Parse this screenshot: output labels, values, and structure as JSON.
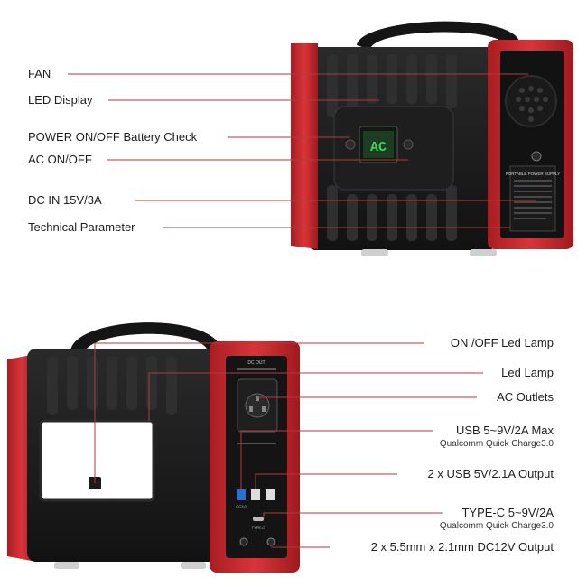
{
  "top_callouts": [
    {
      "label": "FAN"
    },
    {
      "label": "LED Display"
    },
    {
      "label": "POWER ON/OFF Battery Check"
    },
    {
      "label": "AC ON/OFF"
    },
    {
      "label": "DC IN 15V/3A"
    },
    {
      "label": "Technical Parameter"
    }
  ],
  "bottom_callouts": [
    {
      "label": "ON /OFF Led Lamp"
    },
    {
      "label": "Led Lamp"
    },
    {
      "label": "AC Outlets"
    },
    {
      "label": "USB 5~9V/2A Max",
      "sub": "Qualcomm Quick Charge3.0"
    },
    {
      "label": "2 x USB 5V/2.1A Output"
    },
    {
      "label": "TYPE-C 5~9V/2A",
      "sub": "Qualcomm Quick Charge3.0"
    },
    {
      "label": "2 x 5.5mm x 2.1mm DC12V Output"
    }
  ],
  "device_text": {
    "led_readout": "AC",
    "spec_header": "PORTABLE POWER SUPPLY",
    "top_strip": "DC OUT",
    "port_qc": "QC3.0",
    "port_typec": "TYPE-C"
  },
  "colors": {
    "body_red": "#c8262c",
    "body_black": "#1b1b1b",
    "rib_gray": "#2f2f2f",
    "lcd_green": "#3ed35a",
    "leader_line": "#b03a3a",
    "usb_blue": "#2a6fd6"
  }
}
